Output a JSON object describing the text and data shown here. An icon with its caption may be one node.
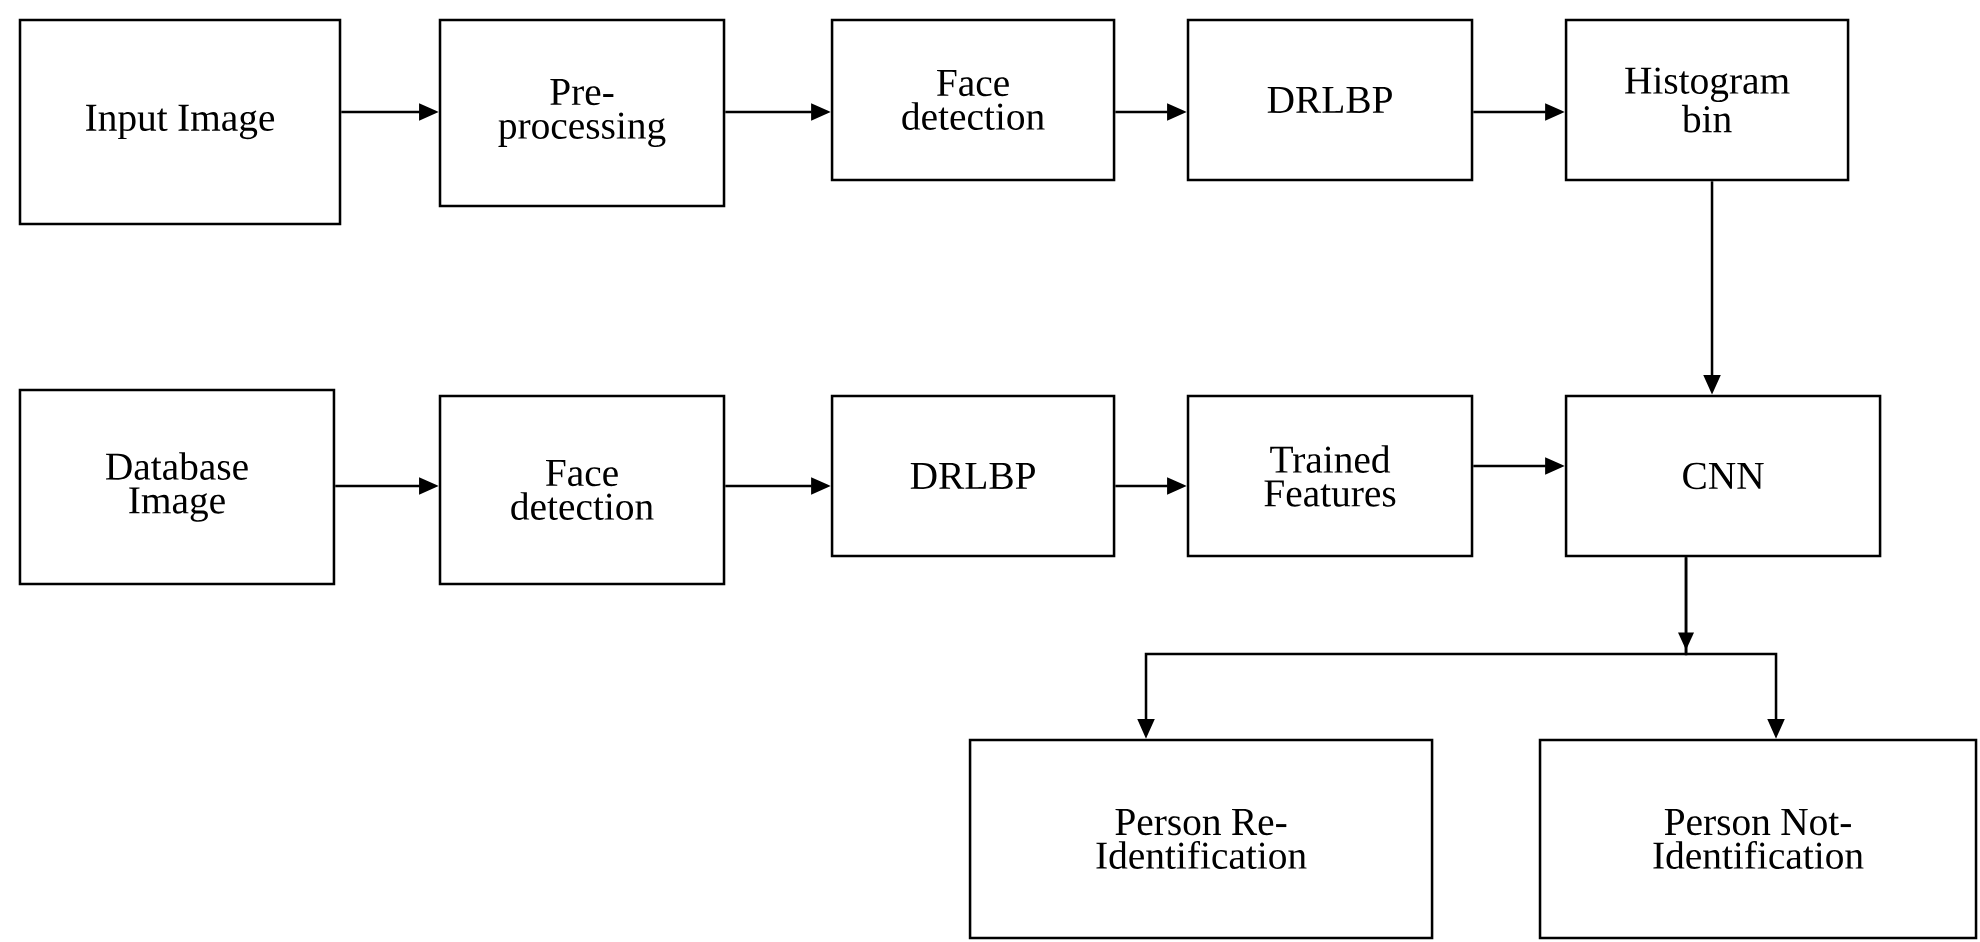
{
  "diagram": {
    "nodes": [
      {
        "text": [
          "Input Image"
        ]
      },
      {
        "text": [
          "Pre- processing"
        ]
      },
      {
        "text": [
          "Face detection"
        ]
      },
      {
        "text": [
          "DRLBP"
        ]
      },
      {
        "text": [
          "Histogram bin"
        ]
      },
      {
        "text": [
          "Database Image"
        ]
      },
      {
        "text": [
          "Face detection"
        ]
      },
      {
        "text": [
          "DRLBP"
        ]
      },
      {
        "text": [
          "Trained Features"
        ]
      },
      {
        "text": [
          "CNN"
        ]
      },
      {
        "text": [
          "Person Re- Identification"
        ]
      },
      {
        "text": [
          "Person Not- Identification"
        ]
      }
    ],
    "edges": [
      {
        "from": 0,
        "to": 1,
        "arrow": "to"
      },
      {
        "from": 1,
        "to": 2,
        "arrow": "to"
      },
      {
        "from": 2,
        "to": 3,
        "arrow": "to"
      },
      {
        "from": 3,
        "to": 4,
        "arrow": "to"
      },
      {
        "from": 4,
        "to": 9,
        "arrow": "to"
      },
      {
        "from": 5,
        "to": 6,
        "arrow": "to"
      },
      {
        "from": 6,
        "to": 7,
        "arrow": "to"
      },
      {
        "from": 7,
        "to": 8,
        "arrow": "to"
      },
      {
        "from": 8,
        "to": 9,
        "arrow": "to"
      },
      {
        "from": 9,
        "to": 10,
        "arrow": "to"
      },
      {
        "from": 9,
        "to": 11,
        "arrow": "to"
      }
    ]
  }
}
